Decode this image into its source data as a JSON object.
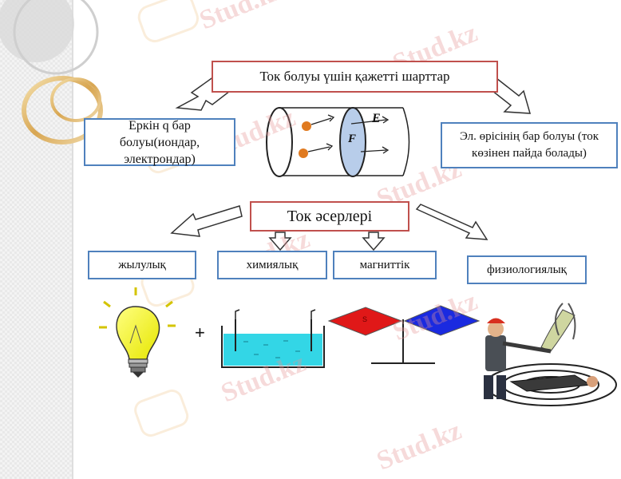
{
  "title": "Ток болуы үшін қажетті шарттар",
  "left_condition": "Еркін q бар болуы(иондар, электрондар)",
  "right_condition": "Эл. өрісінің бар болуы (ток көзінен пайда болады)",
  "conductor_labels": {
    "field": "E",
    "area": "F"
  },
  "effects_title": "Ток әсерлері",
  "effects": [
    "жылулық",
    "химиялық",
    "магниттік",
    "физиологиялық"
  ],
  "electrolysis_sign": "+",
  "compass_label": "S",
  "watermark": "Stud.kz",
  "colors": {
    "red_border": "#c0504d",
    "blue_border": "#4f81bd",
    "liquid": "#33d6e6"
  }
}
